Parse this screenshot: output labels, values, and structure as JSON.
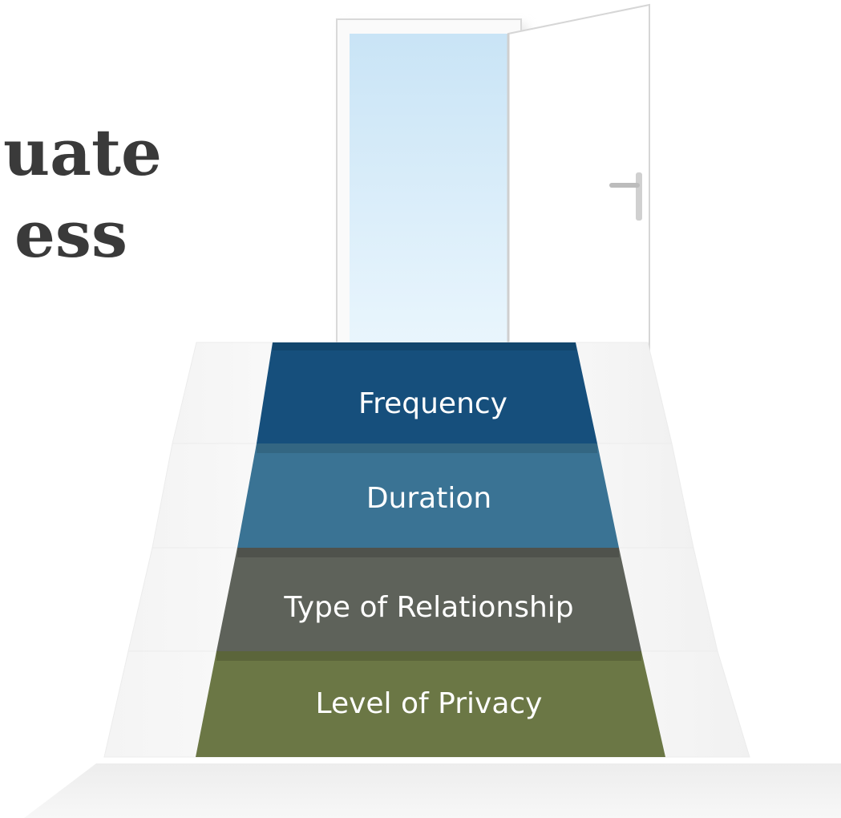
{
  "title": {
    "line1": "uate",
    "line2": "ess"
  },
  "steps": [
    {
      "label": "Frequency",
      "color": "#164f7c"
    },
    {
      "label": "Duration",
      "color": "#3a7394"
    },
    {
      "label": "Type of Relationship",
      "color": "#5e625a"
    },
    {
      "label": "Level of Privacy",
      "color": "#6b7745"
    }
  ],
  "colors": {
    "sky": "#d6ecf8",
    "door": "#ffffff",
    "stairs": "#ffffff",
    "title": "#3a3a3a"
  }
}
